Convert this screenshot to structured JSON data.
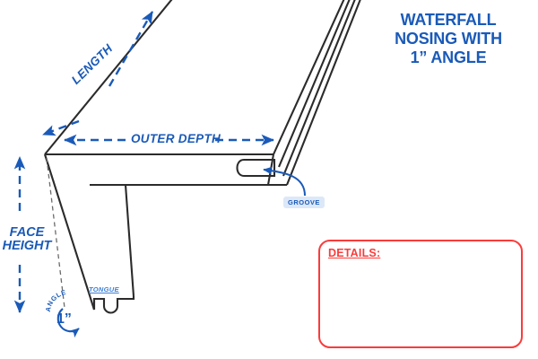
{
  "title": {
    "lines": [
      "WATERFALL",
      "NOSING WITH",
      "1” ANGLE"
    ],
    "color": "#1a5ab8"
  },
  "dimensions": {
    "outer_depth": "OUTER DEPTH",
    "length": "LENGTH",
    "face_height_line1": "FACE",
    "face_height_line2": "HEIGHT",
    "angle_label": "ANGLE",
    "angle_value": "1”"
  },
  "callouts": {
    "groove": "GROOVE",
    "tongue": "TONGUE"
  },
  "details_panel": {
    "heading": "DETAILS:",
    "body": "",
    "border_color": "#fb3b3b"
  },
  "colors": {
    "blue": "#1a5ab8",
    "light_blue": "#3c7fd8",
    "badge_bg": "#dce8f8",
    "red": "#fb3b3b",
    "outline": "#2b2b2b",
    "background": "#ffffff"
  },
  "drawing": {
    "name": "waterfall-nosing-isometric",
    "description": "Isometric line drawing of a waterfall stair nosing profile with tongue and groove"
  }
}
